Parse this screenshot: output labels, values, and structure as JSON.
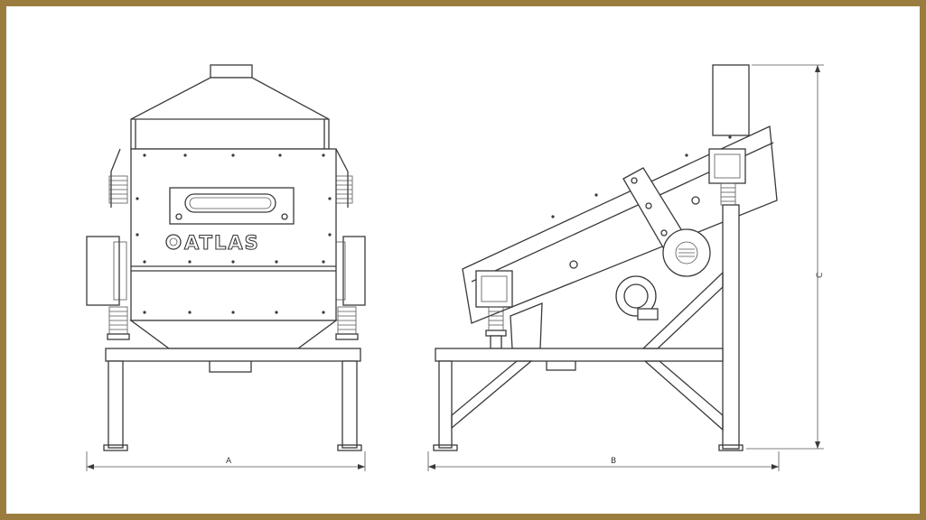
{
  "drawing": {
    "brand_logo": "ATLAS",
    "dimension_a": "A",
    "dimension_b": "B",
    "dimension_c": "C"
  },
  "colors": {
    "frame_border": "#9a7d3e",
    "line": "#3a3a3a",
    "background": "#ffffff"
  }
}
